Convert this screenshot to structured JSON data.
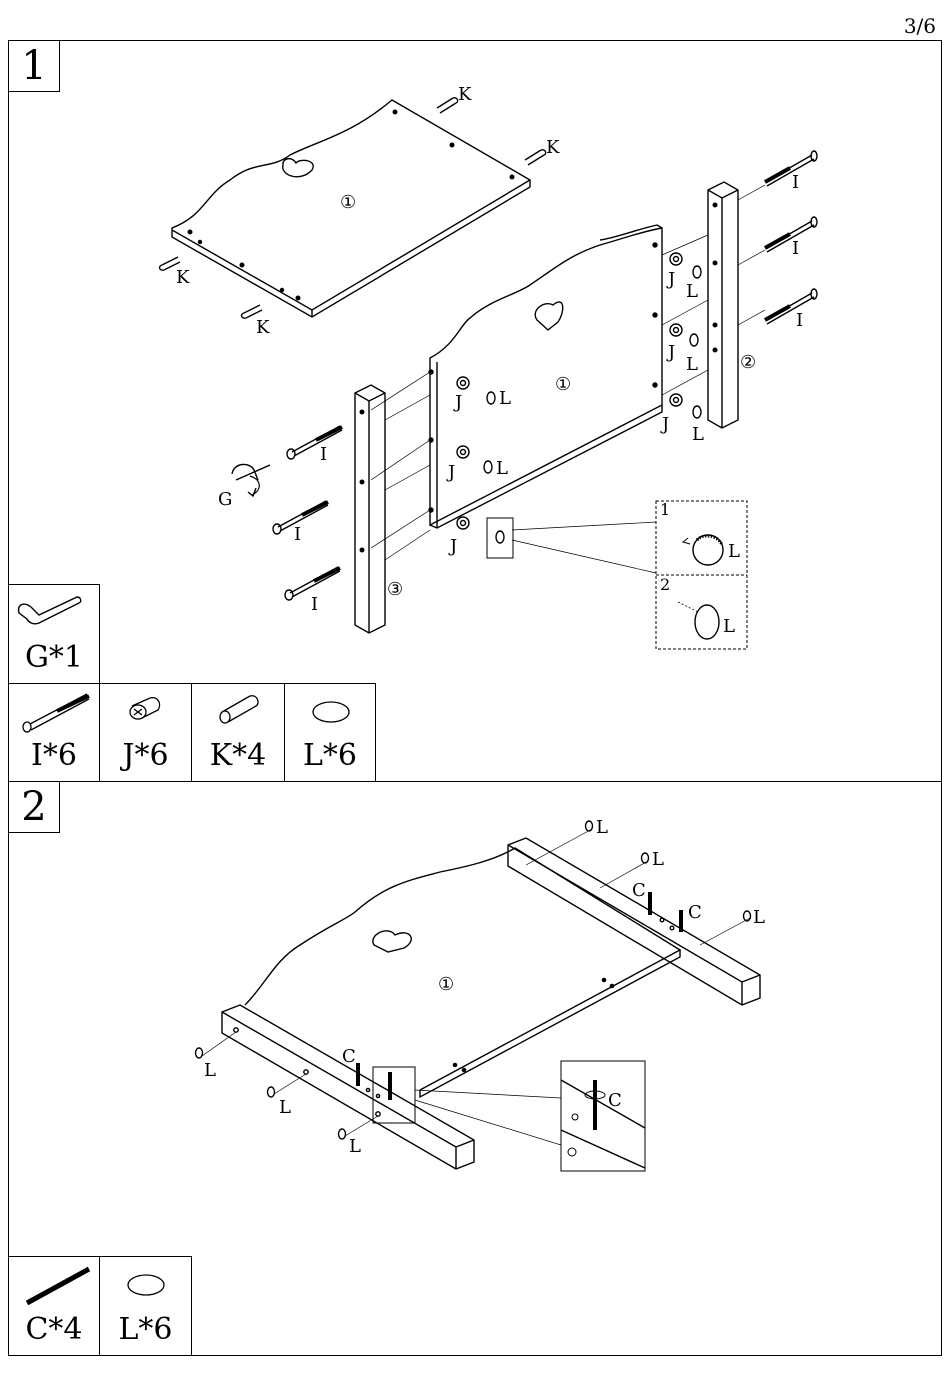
{
  "page_number": "3/6",
  "step1": {
    "number": "1",
    "labels": {
      "panel": "①",
      "leg_right": "②",
      "leg_left": "③",
      "K": "K",
      "I": "I",
      "J": "J",
      "L": "L",
      "G": "G",
      "detail_1": "1",
      "detail_2": "2"
    },
    "parts": [
      {
        "id": "G",
        "label": "G*1"
      },
      {
        "id": "I",
        "label": "I*6"
      },
      {
        "id": "J",
        "label": "J*6"
      },
      {
        "id": "K",
        "label": "K*4"
      },
      {
        "id": "L",
        "label": "L*6"
      }
    ]
  },
  "step2": {
    "number": "2",
    "labels": {
      "panel": "①",
      "C": "C",
      "L": "L"
    },
    "parts": [
      {
        "id": "C",
        "label": "C*4"
      },
      {
        "id": "L",
        "label": "L*6"
      }
    ]
  }
}
